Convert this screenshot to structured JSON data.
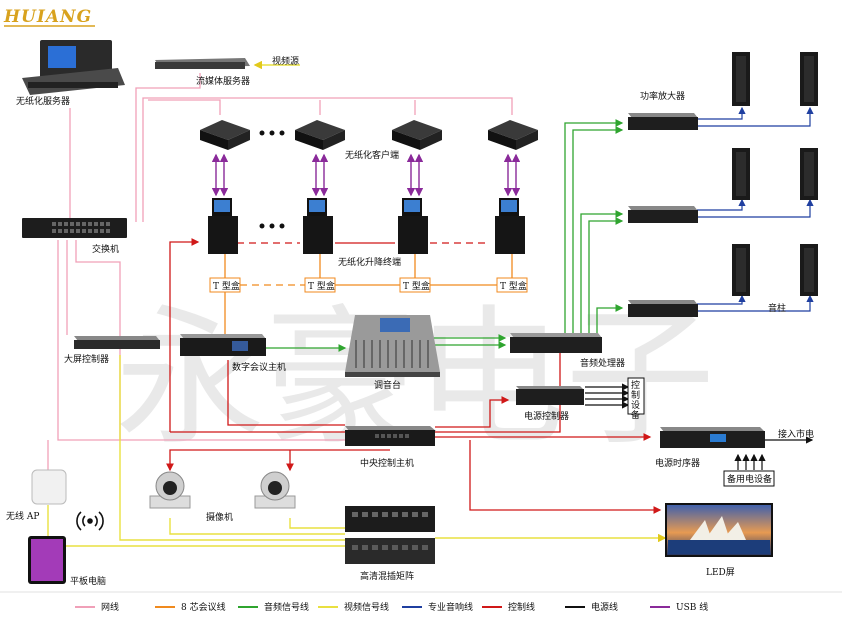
{
  "logo": {
    "text": "HUIANG"
  },
  "watermark": "永豪电子",
  "colors": {
    "network": "#f0a0b8",
    "conference8": "#f08a1e",
    "audio": "#2fa52f",
    "video": "#e9e040",
    "speaker": "#1f3fa0",
    "control": "#d01818",
    "power": "#111111",
    "usb": "#8a2a9a"
  },
  "devices": {
    "paperless_server": "无纸化服务器",
    "streaming_server": "流媒体服务器",
    "video_source": "视频源",
    "switch": "交换机",
    "paperless_client": "无纸化客户端",
    "lift_terminal": "无纸化升降终端",
    "t_box": "T 型盒",
    "power_amp": "功率放大器",
    "column_speaker": "音柱",
    "big_screen_ctrl": "大屏控制器",
    "conference_host": "数字会议主机",
    "mixer": "调音台",
    "audio_processor": "音频处理器",
    "power_controller": "电源控制器",
    "control_equipment": "控制设备",
    "central_control": "中央控制主机",
    "power_sequencer": "电源时序器",
    "mains": "接入市电",
    "backup_equipment": "备用电设备",
    "wireless_ap": "无线 AP",
    "camera": "摄像机",
    "tablet": "平板电脑",
    "hd_matrix": "高清混插矩阵",
    "led_screen": "LED屏"
  },
  "legend": [
    {
      "label": "网线",
      "color": "#f0a0b8"
    },
    {
      "label": "8 芯会议线",
      "color": "#f08a1e"
    },
    {
      "label": "音频信号线",
      "color": "#2fa52f"
    },
    {
      "label": "视频信号线",
      "color": "#e9e040"
    },
    {
      "label": "专业音响线",
      "color": "#1f3fa0"
    },
    {
      "label": "控制线",
      "color": "#d01818"
    },
    {
      "label": "电源线",
      "color": "#111111"
    },
    {
      "label": "USB 线",
      "color": "#8a2a9a"
    }
  ]
}
